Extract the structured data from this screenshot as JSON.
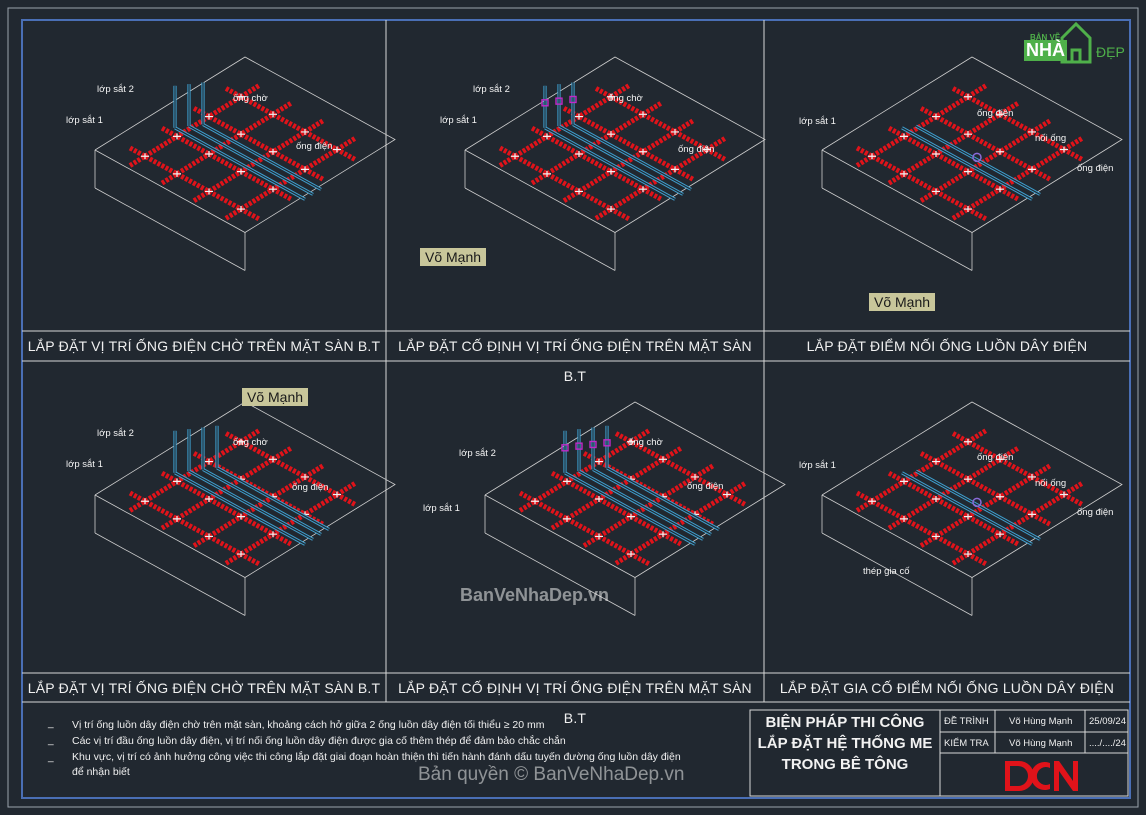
{
  "panels": [
    {
      "caption": "LẮP ĐẶT VỊ TRÍ ỐNG ĐIỆN CHỜ TRÊN MẶT SÀN B.T",
      "labels": [
        "lớp sắt 2",
        "lớp sắt 1",
        "ống chờ",
        "ống điện"
      ]
    },
    {
      "caption": "LẮP ĐẶT CỐ ĐỊNH VỊ TRÍ ỐNG ĐIỆN TRÊN MẶT SÀN B.T",
      "labels": [
        "lớp sắt 2",
        "lớp sắt 1",
        "ống chờ",
        "ống điện"
      ]
    },
    {
      "caption": "LẮP ĐẶT ĐIỂM NỐI ỐNG LUỒN DÂY ĐIỆN",
      "labels": [
        "lớp sắt 1",
        "ống điện",
        "nối ống",
        "ống điện"
      ]
    },
    {
      "caption": "LẮP ĐẶT VỊ TRÍ ỐNG ĐIỆN CHỜ TRÊN MẶT SÀN B.T",
      "labels": [
        "lớp sắt 2",
        "lớp sắt 1",
        "ống chờ",
        "ống điện"
      ]
    },
    {
      "caption": "LẮP ĐẶT CỐ ĐỊNH VỊ TRÍ ỐNG ĐIỆN TRÊN MẶT SÀN B.T",
      "labels": [
        "lớp sắt 2",
        "lớp sắt 1",
        "ống chờ",
        "ống điện"
      ]
    },
    {
      "caption": "LẮP ĐẶT GIA CỐ ĐIỂM NỐI ỐNG LUỒN DÂY ĐIỆN",
      "labels": [
        "lớp sắt 1",
        "ống điện",
        "nối ống",
        "ống điện",
        "thép gia cố"
      ]
    }
  ],
  "stamps": [
    "Võ Mạnh",
    "Võ Mạnh",
    "Võ Mạnh"
  ],
  "notes": [
    "Vị trí ống luồn dây điện chờ trên mặt sàn, khoảng cách hở giữa 2 ống luồn dây điện tối thiểu ≥ 20 mm",
    "Các vị trí đầu ống luồn dây điện, vị trí nối ống luồn dây điện được gia cố thêm thép để đảm bảo chắc chắn",
    "Khu vực, vị trí có ảnh hưởng công việc thi công lắp đặt giai đoạn hoàn thiện thì tiến hành đánh dấu tuyến đường ống luồn dây điện",
    "để nhận biết"
  ],
  "bullet_symbol": "_",
  "title_block": {
    "title_lines": [
      "BIỆN PHÁP THI CÔNG",
      "LẮP ĐẶT HỆ THỐNG ME",
      "TRONG BÊ TÔNG"
    ],
    "rows": [
      {
        "role": "ĐỀ TRÌNH",
        "name": "Võ Hùng Mạnh",
        "date": "25/09/24"
      },
      {
        "role": "KIỂM TRA",
        "name": "Võ Hùng Mạnh",
        "date": "..../..../24"
      }
    ],
    "company_logo_text": "DCN"
  },
  "watermarks": {
    "center": "BanVeNhaDep.vn",
    "copyright": "Bản quyền © BanVeNhaDep.vn"
  },
  "brand_logo": {
    "top_text": "BẢN VẼ",
    "main_text": "NHÀ",
    "side_text": "ĐẸP"
  },
  "colors": {
    "background": "#212830",
    "frame": "#4a6fb5",
    "rebar": "#e0131a",
    "conduit": "#3fa0d0",
    "stamp": "#c8c69a"
  }
}
